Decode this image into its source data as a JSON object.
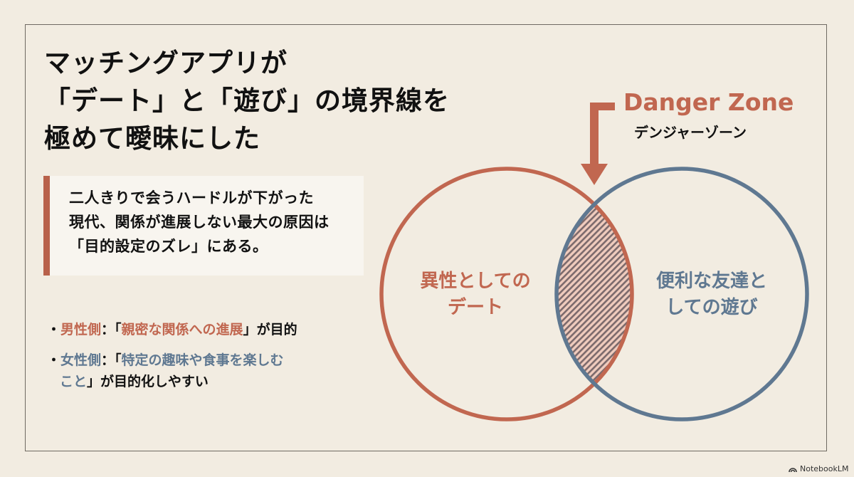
{
  "title": {
    "lines": [
      "マッチングアプリが",
      "「デート」と「遊び」の境界線を",
      "極めて曖昧にした"
    ]
  },
  "callout": {
    "lines": [
      "二人きりで会うハードルが下がった",
      "現代、関係が進展しない最大の原因は",
      "「目的設定のズレ」にある。"
    ]
  },
  "bullets": [
    {
      "bullet": "・",
      "subject": "男性側",
      "sep": "：「",
      "highlight": "親密な関係への進展",
      "tail": "」が目的",
      "color": "#c16750"
    },
    {
      "bullet": "・",
      "subject": "女性側",
      "sep": "：「",
      "highlight": "特定の趣味や食事を楽しむ",
      "highlight_cont": "こと",
      "tail": "」が目的化しやすい",
      "color": "#5f7891"
    }
  ],
  "danger_zone": {
    "title": "Danger Zone",
    "subtitle": "デンジャーゾーン"
  },
  "venn": {
    "left": {
      "lines": [
        "異性としての",
        "デート"
      ],
      "color": "#c16750"
    },
    "right": {
      "lines": [
        "便利な友達と",
        "しての遊び"
      ],
      "color": "#5f7891"
    }
  },
  "colors": {
    "background": "#f2ece1",
    "accent_orange": "#c16750",
    "accent_blue": "#5f7891"
  },
  "brand": {
    "label": "NotebookLM"
  }
}
